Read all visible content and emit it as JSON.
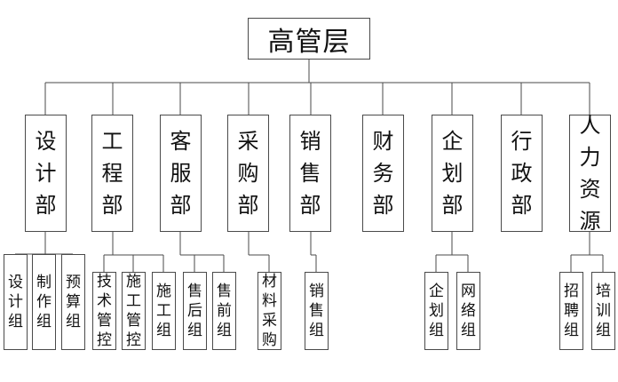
{
  "org": {
    "root": "高管层",
    "departments": [
      {
        "name": "设计部",
        "teams": [
          "设计组",
          "制作组",
          "预算组"
        ]
      },
      {
        "name": "工程部",
        "teams": [
          "技术管控",
          "施工管控",
          "施工组"
        ]
      },
      {
        "name": "客服部",
        "teams": [
          "售后组",
          "售前组"
        ]
      },
      {
        "name": "采购部",
        "teams": [
          "材料采购"
        ]
      },
      {
        "name": "销售部",
        "teams": [
          "销售组"
        ]
      },
      {
        "name": "财务部",
        "teams": []
      },
      {
        "name": "企划部",
        "teams": [
          "企划组",
          "网络组"
        ]
      },
      {
        "name": "行政部",
        "teams": []
      },
      {
        "name": "人力资源",
        "teams": [
          "招聘组",
          "培训组"
        ]
      }
    ]
  },
  "colors": {
    "line": "#4a4a4a",
    "box_border": "#4a4a4a",
    "text": "#111111",
    "background": "#ffffff"
  }
}
